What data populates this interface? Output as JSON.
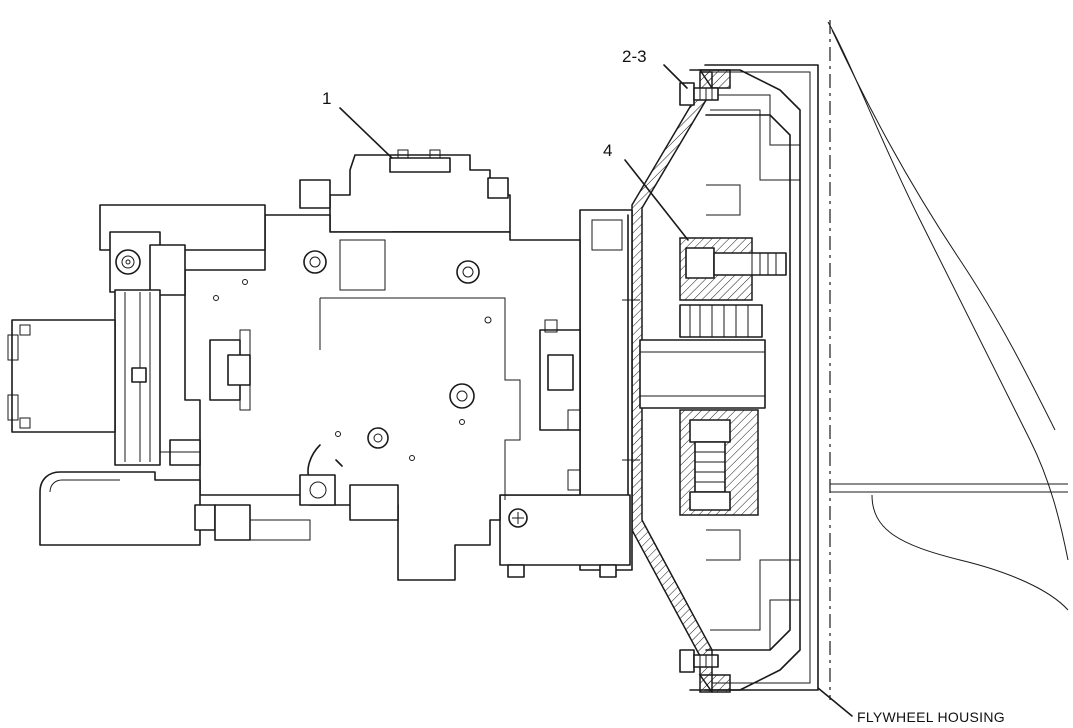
{
  "callouts": {
    "part_1": "1",
    "part_2_3": "2-3",
    "part_4": "4",
    "flywheel_housing": "FLYWHEEL HOUSING"
  },
  "colors": {
    "ink": "#1a1a1a",
    "background": "#ffffff"
  }
}
